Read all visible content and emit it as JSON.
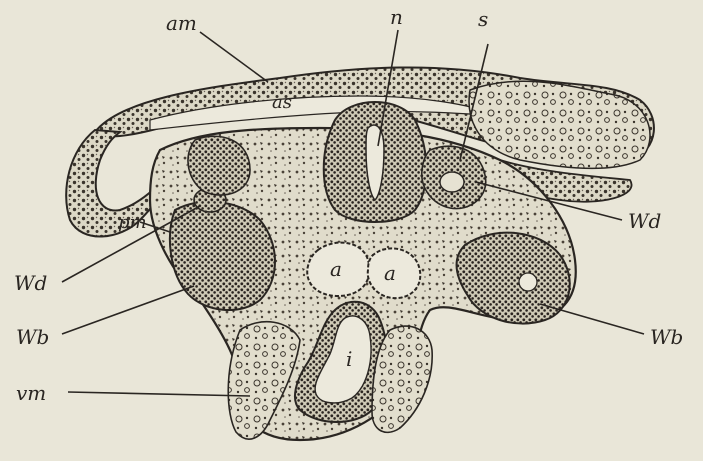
{
  "figure": {
    "labels": {
      "am": "am",
      "n": "n",
      "s": "s",
      "as": "as",
      "pm": "pm",
      "wd_left": "Wd",
      "wd_right": "Wd",
      "a_left": "a",
      "a_right": "a",
      "wb_left": "Wb",
      "wb_right": "Wb",
      "i": "i",
      "vm": "vm"
    },
    "colors": {
      "paper": "#e9e6d8",
      "ink": "#2a2622",
      "tissue": "#ddd9c8"
    }
  }
}
